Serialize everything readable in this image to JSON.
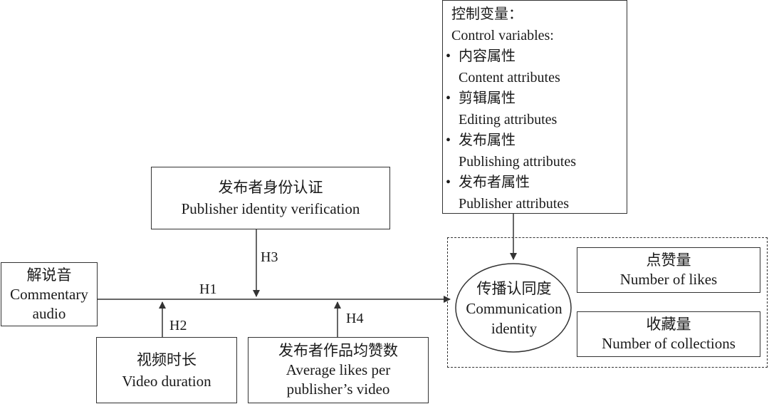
{
  "independent": {
    "zh": "解说音",
    "en_line1": "Commentary",
    "en_line2": "audio"
  },
  "moderator_h3": {
    "zh": "发布者身份认证",
    "en": "Publisher identity verification"
  },
  "moderator_h2": {
    "zh": "视频时长",
    "en": "Video duration"
  },
  "moderator_h4": {
    "zh": "发布者作品均赞数",
    "en_line1": "Average likes per",
    "en_line2": "publisher’s video"
  },
  "hypotheses": {
    "h1": "H1",
    "h2": "H2",
    "h3": "H3",
    "h4": "H4"
  },
  "controls": {
    "title_zh": "控制变量：",
    "title_en": "Control variables:",
    "bullet": "•",
    "items": [
      {
        "zh": "内容属性",
        "en": "Content attributes"
      },
      {
        "zh": "剪辑属性",
        "en": "Editing attributes"
      },
      {
        "zh": "发布属性",
        "en": "Publishing attributes"
      },
      {
        "zh": "发布者属性",
        "en": "Publisher attributes"
      }
    ]
  },
  "dependent": {
    "zh": "传播认同度",
    "en_line1": "Communication",
    "en_line2": "identity"
  },
  "measures": [
    {
      "zh": "点赞量",
      "en": "Number of likes"
    },
    {
      "zh": "收藏量",
      "en": "Number of collections"
    }
  ],
  "colors": {
    "stroke": "#333333",
    "text": "#1a1a1a",
    "background": "#ffffff"
  }
}
